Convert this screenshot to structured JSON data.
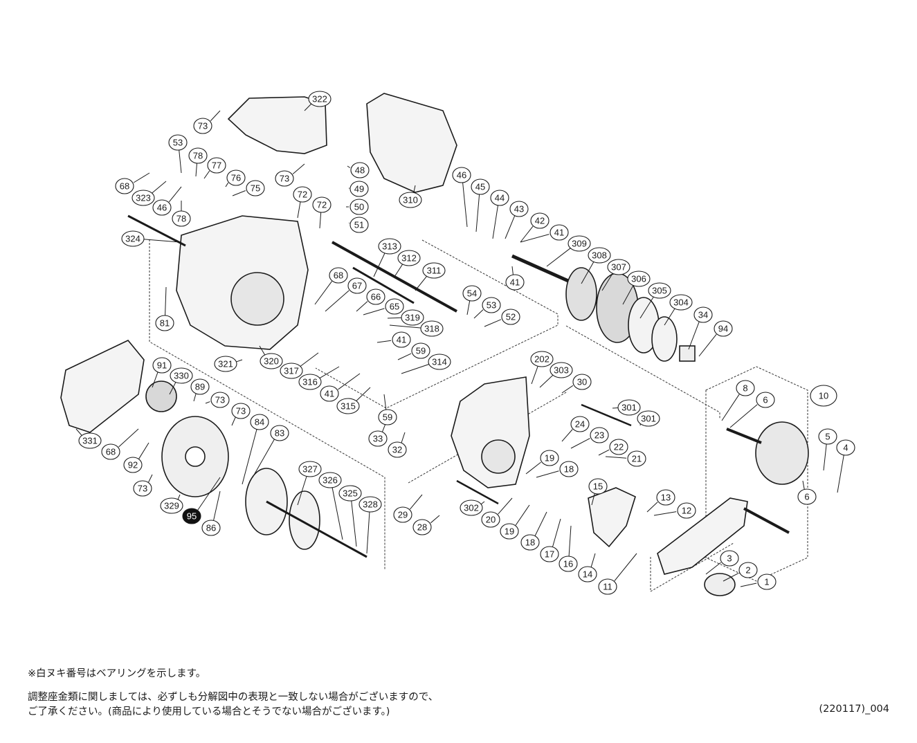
{
  "diagram": {
    "parts": [
      {
        "id": "322"
      },
      {
        "id": "73"
      },
      {
        "id": "73"
      },
      {
        "id": "48"
      },
      {
        "id": "49"
      },
      {
        "id": "50"
      },
      {
        "id": "51"
      },
      {
        "id": "310"
      },
      {
        "id": "53"
      },
      {
        "id": "78"
      },
      {
        "id": "77"
      },
      {
        "id": "76"
      },
      {
        "id": "75"
      },
      {
        "id": "68"
      },
      {
        "id": "323"
      },
      {
        "id": "46"
      },
      {
        "id": "78"
      },
      {
        "id": "72"
      },
      {
        "id": "72"
      },
      {
        "id": "324"
      },
      {
        "id": "81"
      },
      {
        "id": "321"
      },
      {
        "id": "320"
      },
      {
        "id": "68"
      },
      {
        "id": "67"
      },
      {
        "id": "66"
      },
      {
        "id": "65"
      },
      {
        "id": "319"
      },
      {
        "id": "318"
      },
      {
        "id": "41"
      },
      {
        "id": "59"
      },
      {
        "id": "314"
      },
      {
        "id": "317"
      },
      {
        "id": "316"
      },
      {
        "id": "41"
      },
      {
        "id": "315"
      },
      {
        "id": "59"
      },
      {
        "id": "313"
      },
      {
        "id": "312"
      },
      {
        "id": "311"
      },
      {
        "id": "54"
      },
      {
        "id": "53"
      },
      {
        "id": "52"
      },
      {
        "id": "46"
      },
      {
        "id": "45"
      },
      {
        "id": "44"
      },
      {
        "id": "43"
      },
      {
        "id": "42"
      },
      {
        "id": "41"
      },
      {
        "id": "41"
      },
      {
        "id": "309"
      },
      {
        "id": "308"
      },
      {
        "id": "307"
      },
      {
        "id": "306"
      },
      {
        "id": "305"
      },
      {
        "id": "304"
      },
      {
        "id": "34"
      },
      {
        "id": "94"
      },
      {
        "id": "91"
      },
      {
        "id": "330"
      },
      {
        "id": "89"
      },
      {
        "id": "73"
      },
      {
        "id": "73"
      },
      {
        "id": "84"
      },
      {
        "id": "83"
      },
      {
        "id": "331"
      },
      {
        "id": "68"
      },
      {
        "id": "92"
      },
      {
        "id": "73"
      },
      {
        "id": "329"
      },
      {
        "id": "95",
        "filled": true
      },
      {
        "id": "86"
      },
      {
        "id": "327"
      },
      {
        "id": "326"
      },
      {
        "id": "325"
      },
      {
        "id": "328"
      },
      {
        "id": "202"
      },
      {
        "id": "303"
      },
      {
        "id": "30"
      },
      {
        "id": "301"
      },
      {
        "id": "301"
      },
      {
        "id": "24"
      },
      {
        "id": "23"
      },
      {
        "id": "22"
      },
      {
        "id": "21"
      },
      {
        "id": "33"
      },
      {
        "id": "32"
      },
      {
        "id": "19"
      },
      {
        "id": "18"
      },
      {
        "id": "29"
      },
      {
        "id": "28"
      },
      {
        "id": "302"
      },
      {
        "id": "20"
      },
      {
        "id": "19"
      },
      {
        "id": "18"
      },
      {
        "id": "17"
      },
      {
        "id": "15"
      },
      {
        "id": "16"
      },
      {
        "id": "14"
      },
      {
        "id": "13"
      },
      {
        "id": "12"
      },
      {
        "id": "11"
      },
      {
        "id": "8"
      },
      {
        "id": "6"
      },
      {
        "id": "10"
      },
      {
        "id": "5"
      },
      {
        "id": "4"
      },
      {
        "id": "6"
      },
      {
        "id": "3"
      },
      {
        "id": "2"
      },
      {
        "id": "1"
      }
    ]
  },
  "notes": {
    "bearing_note": "※白ヌキ番号はベアリングを示します。",
    "washer_note_line1": "調整座金類に関しましては、必ずしも分解図中の表現と一致しない場合がございますので、",
    "washer_note_line2": "ご了承ください。(商品により使用している場合とそうでない場合がございます。)",
    "doc_code": "(220117)_004"
  }
}
